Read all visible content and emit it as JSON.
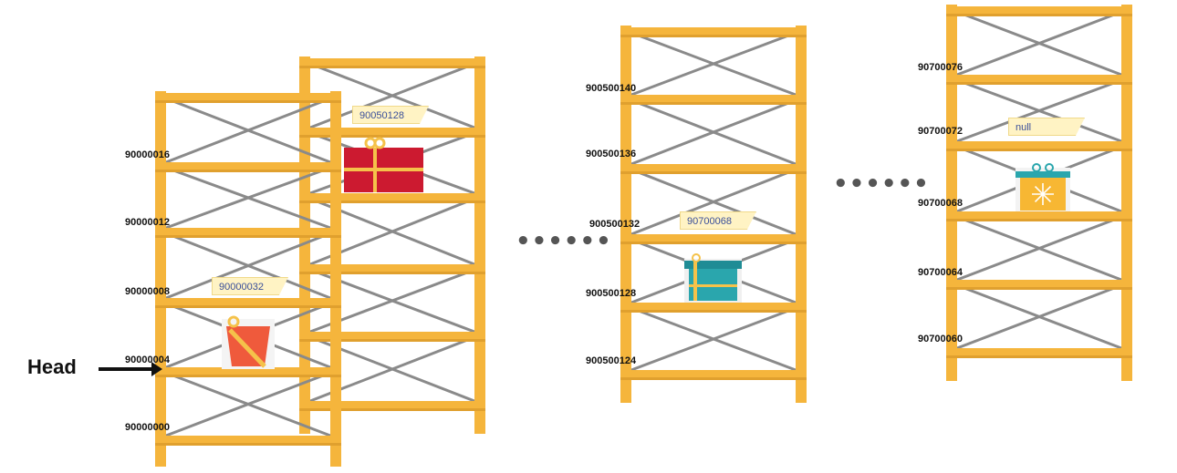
{
  "head_label": "Head",
  "ellipsis": "••••••",
  "colors": {
    "beam": "#f5b53c",
    "beam_dark": "#e0a02e",
    "brace": "#8a8a8a",
    "note_bg": "#fff3c4",
    "note_text": "#3a4f9a"
  },
  "racks": [
    {
      "name": "rack-block-1",
      "addresses": [
        "90000016",
        "90000012",
        "90000008",
        "90000004",
        "90000000"
      ],
      "notes": [
        "90000032"
      ],
      "gifts": [
        "red-bucket-gift-icon"
      ]
    },
    {
      "name": "rack-block-2",
      "addresses": [],
      "notes": [
        "90050128"
      ],
      "gifts": [
        "red-gift-box-icon"
      ]
    },
    {
      "name": "rack-block-3",
      "addresses": [
        "900500140",
        "900500136",
        "900500132",
        "900500128",
        "900500124"
      ],
      "notes": [
        "90700068"
      ],
      "gifts": [
        "teal-gift-box-icon"
      ]
    },
    {
      "name": "rack-block-4",
      "addresses": [
        "90700076",
        "90700072",
        "90700068",
        "90700064",
        "90700060"
      ],
      "notes": [
        "null"
      ],
      "gifts": [
        "yellow-snowflake-gift-icon"
      ]
    }
  ]
}
